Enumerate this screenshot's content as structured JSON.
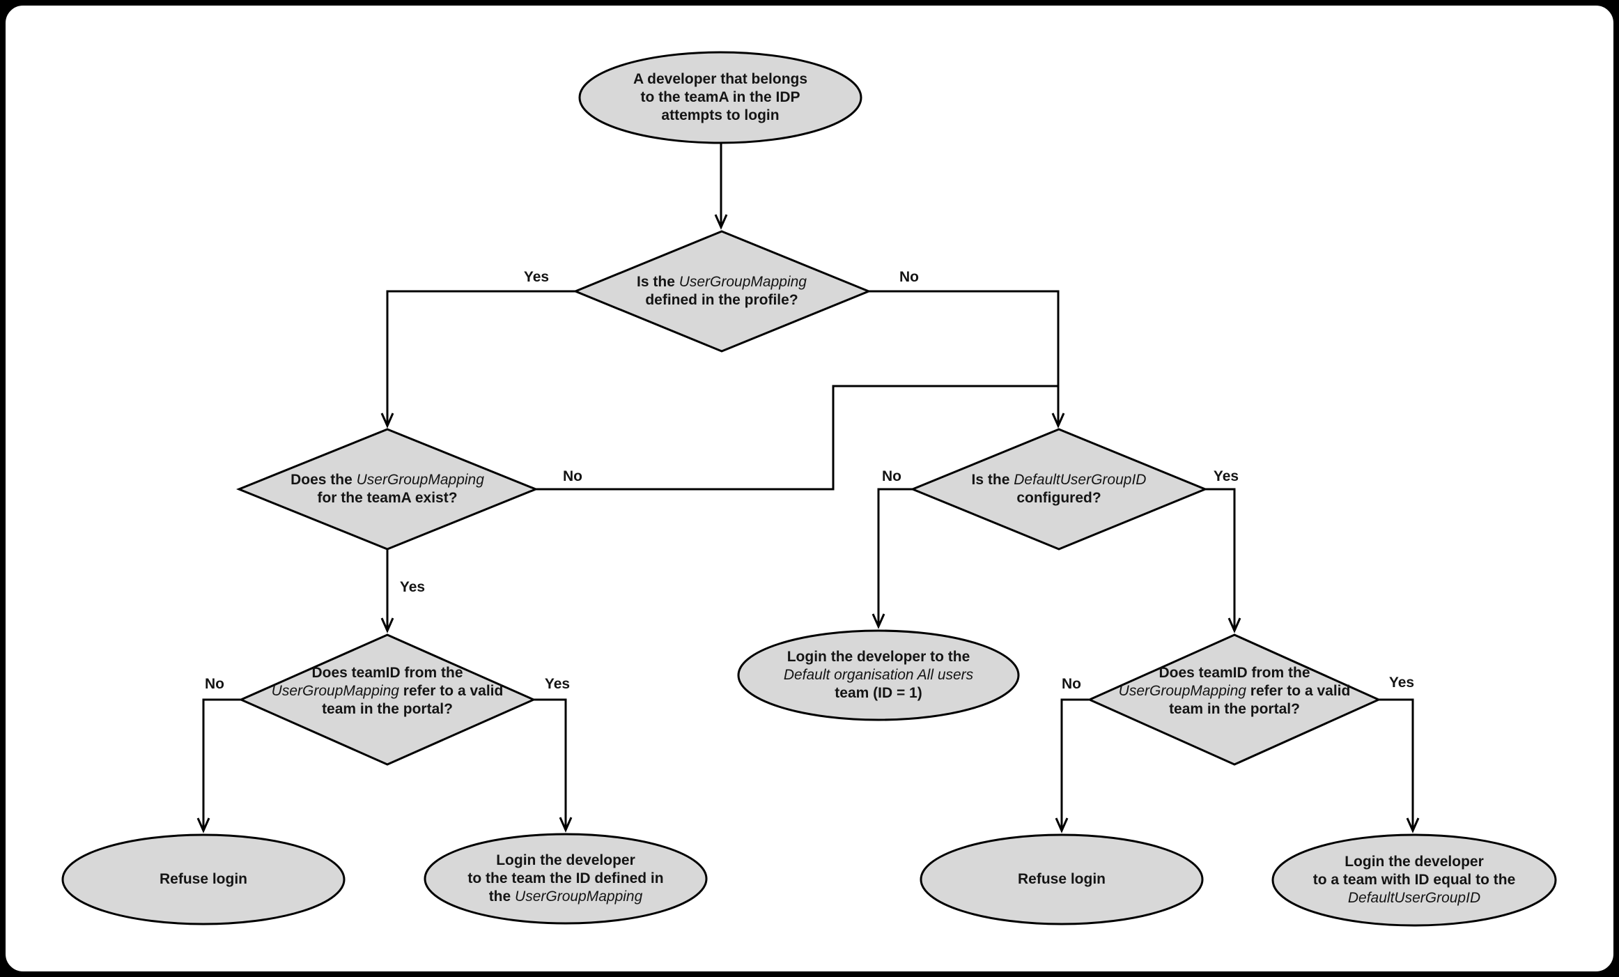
{
  "diagram": {
    "description_domain": "flowchart",
    "colors": {
      "page_background": "#000000",
      "surface_background": "#ffffff",
      "node_fill": "#d8d8d8",
      "node_stroke": "#000000",
      "connector": "#000000",
      "text": "#141414"
    }
  },
  "nodes": {
    "start": {
      "type": "terminator-ellipse",
      "segments": [
        {
          "t": "A developer that belongs"
        },
        {
          "br": true
        },
        {
          "t": "to the teamA in the IDP"
        },
        {
          "br": true
        },
        {
          "t": "attempts to login"
        }
      ]
    },
    "d1": {
      "type": "decision-diamond",
      "segments": [
        {
          "t": "Is the "
        },
        {
          "t": "UserGroupMapping",
          "i": true
        },
        {
          "br": true
        },
        {
          "t": "defined in the profile?"
        }
      ]
    },
    "d2": {
      "type": "decision-diamond",
      "segments": [
        {
          "t": "Does the "
        },
        {
          "t": "UserGroupMapping",
          "i": true
        },
        {
          "br": true
        },
        {
          "t": "for the teamA exist?"
        }
      ]
    },
    "d3": {
      "type": "decision-diamond",
      "segments": [
        {
          "t": "Is the "
        },
        {
          "t": "DefaultUserGroupID",
          "i": true
        },
        {
          "br": true
        },
        {
          "t": "configured?"
        }
      ]
    },
    "d4": {
      "type": "decision-diamond",
      "segments": [
        {
          "t": "Does teamID from the"
        },
        {
          "br": true
        },
        {
          "t": "UserGroupMapping",
          "i": true
        },
        {
          "t": " refer to a valid"
        },
        {
          "br": true
        },
        {
          "t": "team in the portal?"
        }
      ]
    },
    "d5": {
      "type": "decision-diamond",
      "segments": [
        {
          "t": "Does teamID from the"
        },
        {
          "br": true
        },
        {
          "t": "UserGroupMapping",
          "i": true
        },
        {
          "t": " refer to a valid"
        },
        {
          "br": true
        },
        {
          "t": "team in the portal?"
        }
      ]
    },
    "e1": {
      "type": "result-ellipse",
      "segments": [
        {
          "t": "Refuse login"
        }
      ]
    },
    "e2": {
      "type": "result-ellipse",
      "segments": [
        {
          "t": "Login the developer"
        },
        {
          "br": true
        },
        {
          "t": "to the team the ID defined in"
        },
        {
          "br": true
        },
        {
          "t": "the "
        },
        {
          "t": "UserGroupMapping",
          "i": true
        }
      ]
    },
    "e3": {
      "type": "result-ellipse",
      "segments": [
        {
          "t": "Login the developer to the"
        },
        {
          "br": true
        },
        {
          "t": "Default organisation All users",
          "i": true
        },
        {
          "br": true
        },
        {
          "t": "team (ID = 1)"
        }
      ]
    },
    "e4": {
      "type": "result-ellipse",
      "segments": [
        {
          "t": "Refuse login"
        }
      ]
    },
    "e5": {
      "type": "result-ellipse",
      "segments": [
        {
          "t": "Login the developer"
        },
        {
          "br": true
        },
        {
          "t": "to a team with ID equal to the"
        },
        {
          "br": true
        },
        {
          "t": "DefaultUserGroupID",
          "i": true
        }
      ]
    }
  },
  "edge_labels": {
    "d1_yes": "Yes",
    "d1_no": "No",
    "d2_no": "No",
    "d2_yes": "Yes",
    "d3_no": "No",
    "d3_yes": "Yes",
    "d4_no": "No",
    "d4_yes": "Yes",
    "d5_no": "No",
    "d5_yes": "Yes"
  }
}
